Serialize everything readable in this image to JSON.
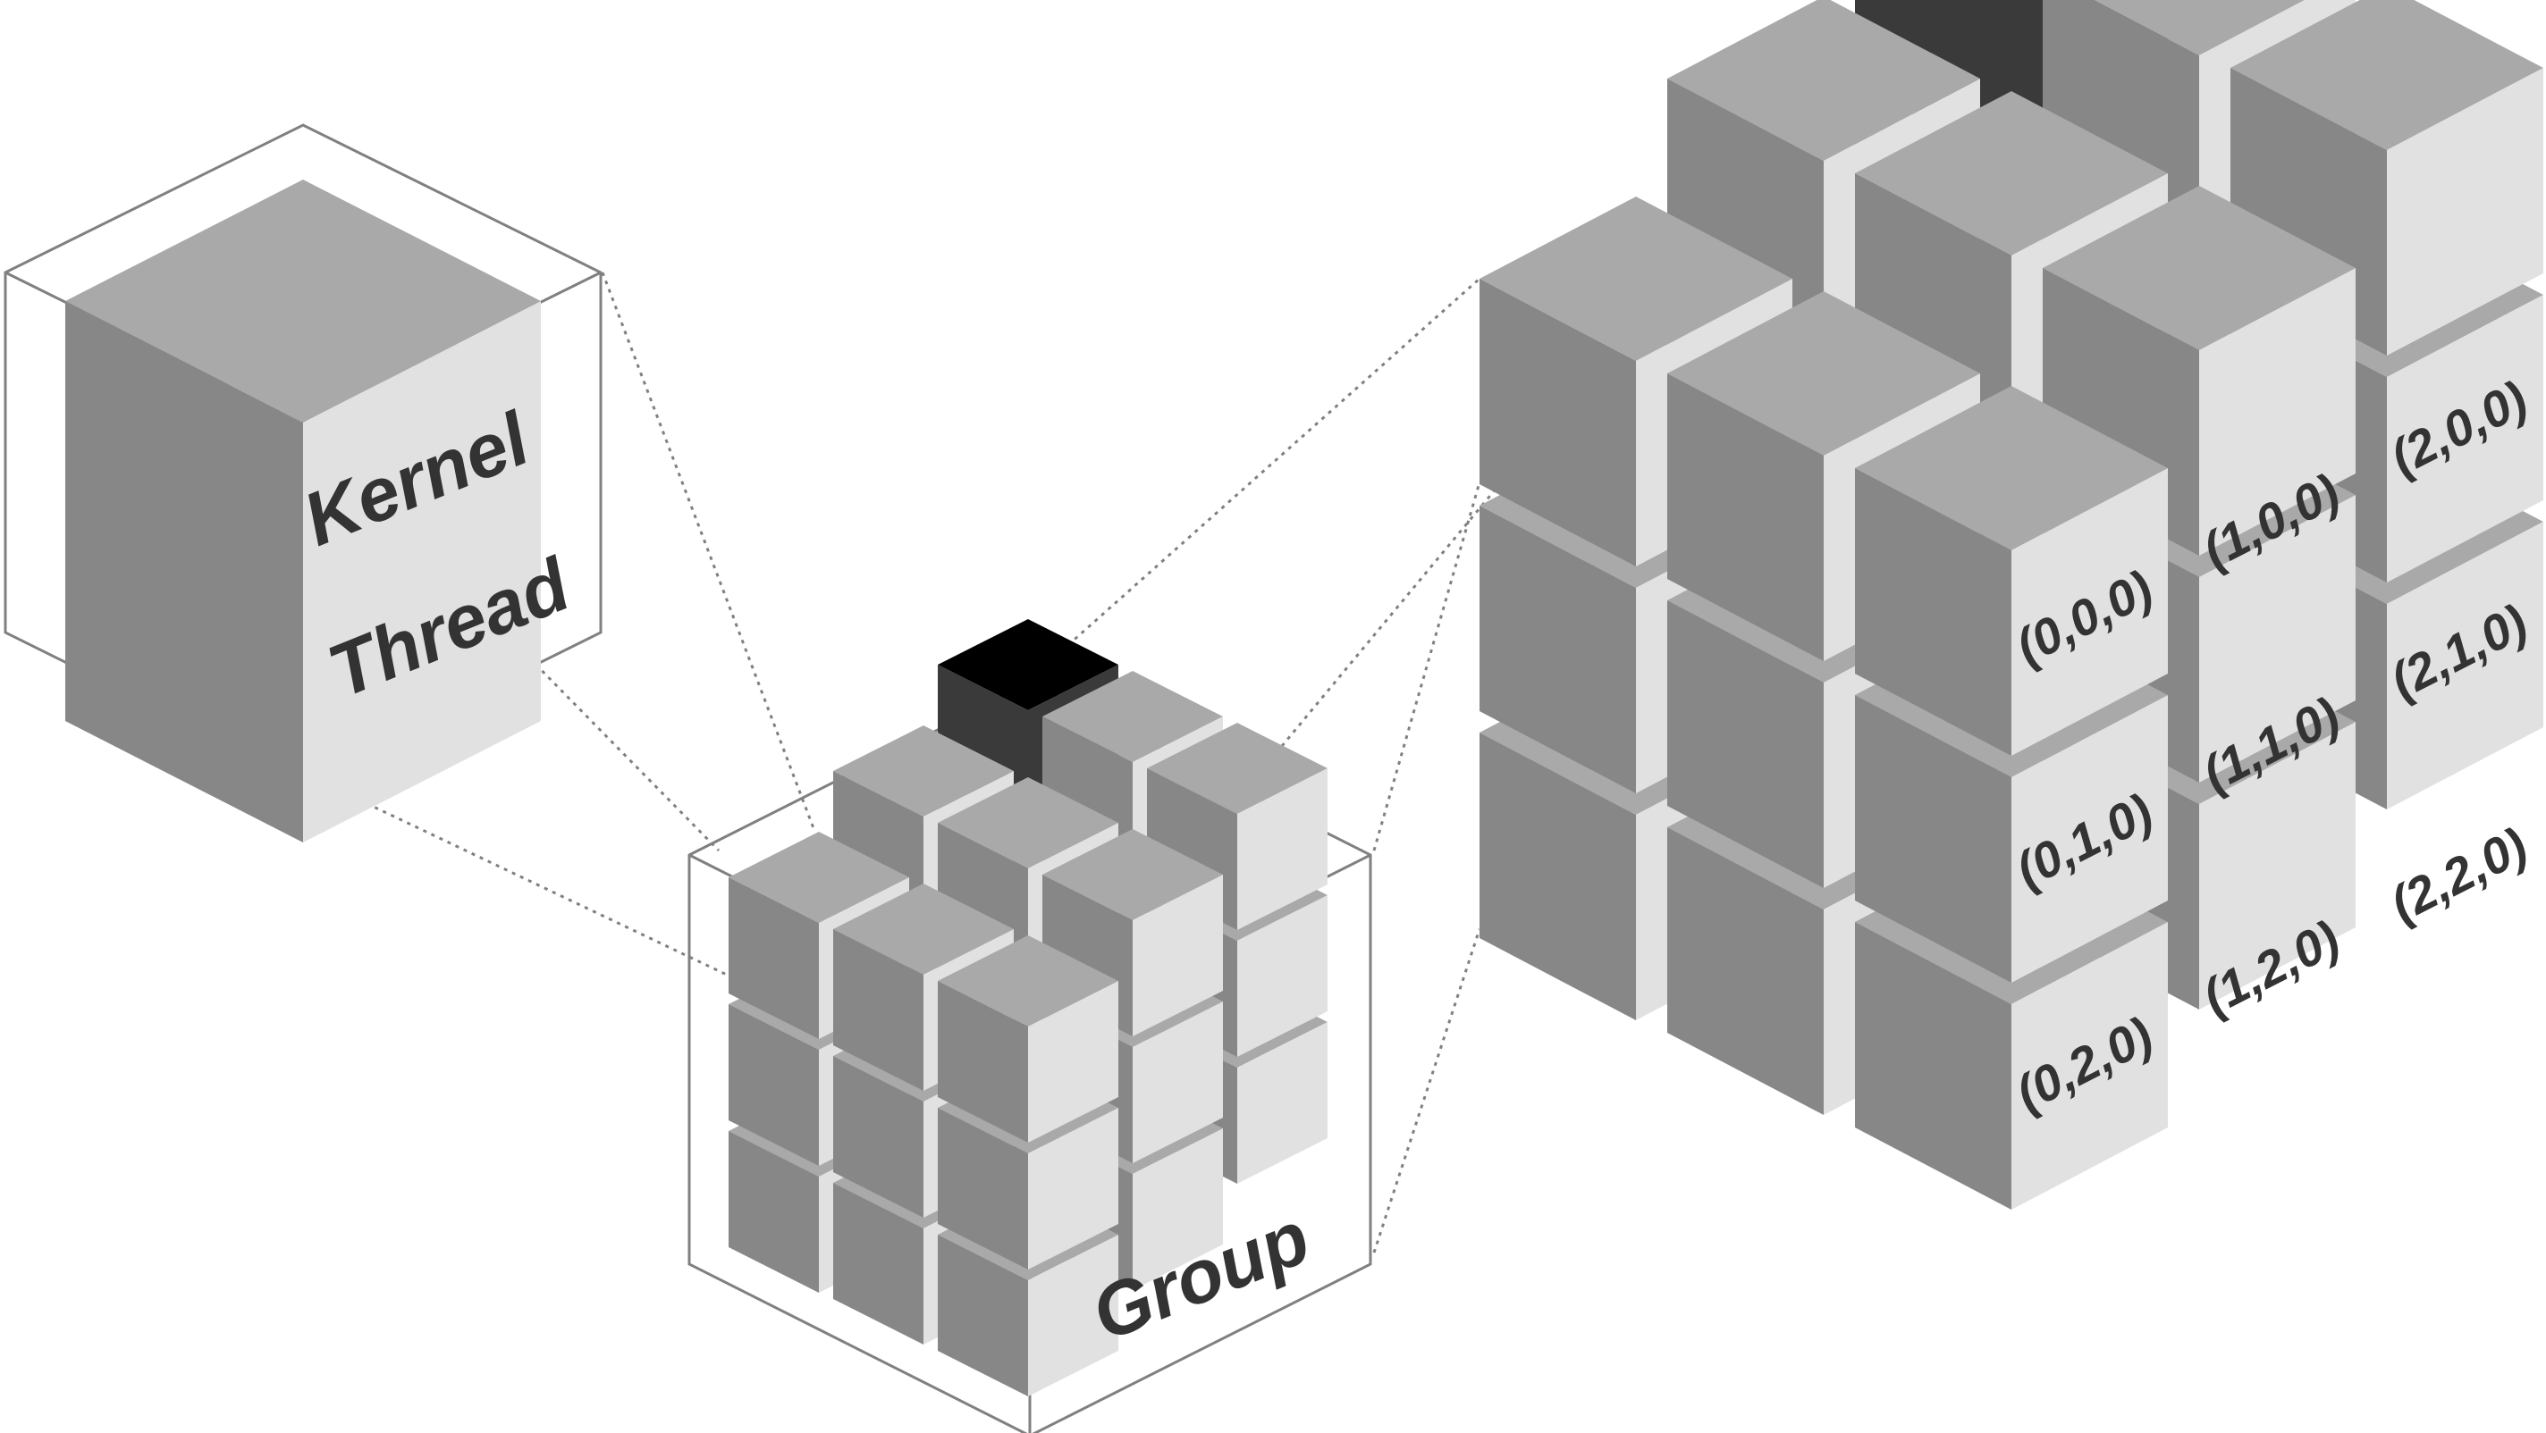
{
  "labels": {
    "kernel": "Kernel",
    "thread": "Thread",
    "group": "Group"
  },
  "coords": [
    {
      "id": "c000",
      "text": "(0,0,0)"
    },
    {
      "id": "c010",
      "text": "(0,1,0)"
    },
    {
      "id": "c020",
      "text": "(0,2,0)"
    },
    {
      "id": "c100",
      "text": "(1,0,0)"
    },
    {
      "id": "c110",
      "text": "(1,1,0)"
    },
    {
      "id": "c120",
      "text": "(1,2,0)"
    },
    {
      "id": "c200",
      "text": "(2,0,0)"
    },
    {
      "id": "c210",
      "text": "(2,1,0)"
    },
    {
      "id": "c220",
      "text": "(2,2,0)"
    }
  ],
  "colors": {
    "top_face": "#a9a9a9",
    "left_face": "#878787",
    "right_face": "#e1e1e1",
    "highlight_top": "#000000",
    "highlight_left": "#3a3a3a",
    "outline": "#808080",
    "dotted_line": "#808080",
    "label_text": "#333333"
  }
}
